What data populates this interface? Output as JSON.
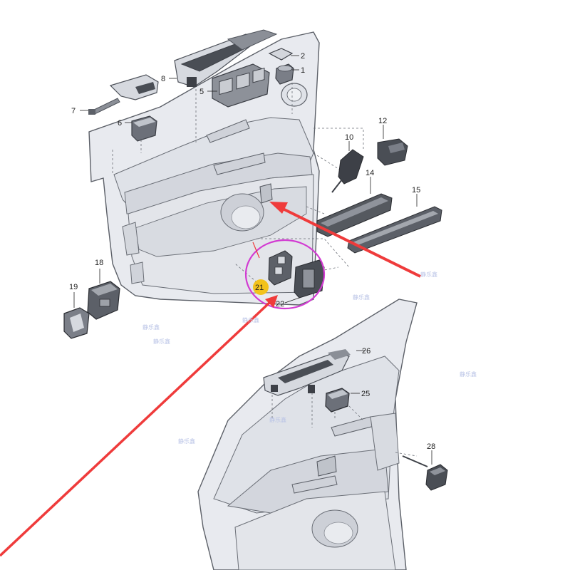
{
  "diagram": {
    "callouts": [
      "1",
      "2",
      "5",
      "6",
      "7",
      "8",
      "10",
      "12",
      "14",
      "15",
      "18",
      "19",
      "21",
      "22",
      "25",
      "26",
      "28"
    ],
    "watermark": "静乐鑫",
    "colors": {
      "panel": "#e7e9ee",
      "panel_shade": "#cfd2d9",
      "line": "#5c6068",
      "part_dark": "#3d4047",
      "part_mid": "#7b7f88",
      "arrow": "#ef3b3b",
      "highlight_circle": "#d23bd2",
      "highlight_dot": "#f2c21c"
    }
  }
}
